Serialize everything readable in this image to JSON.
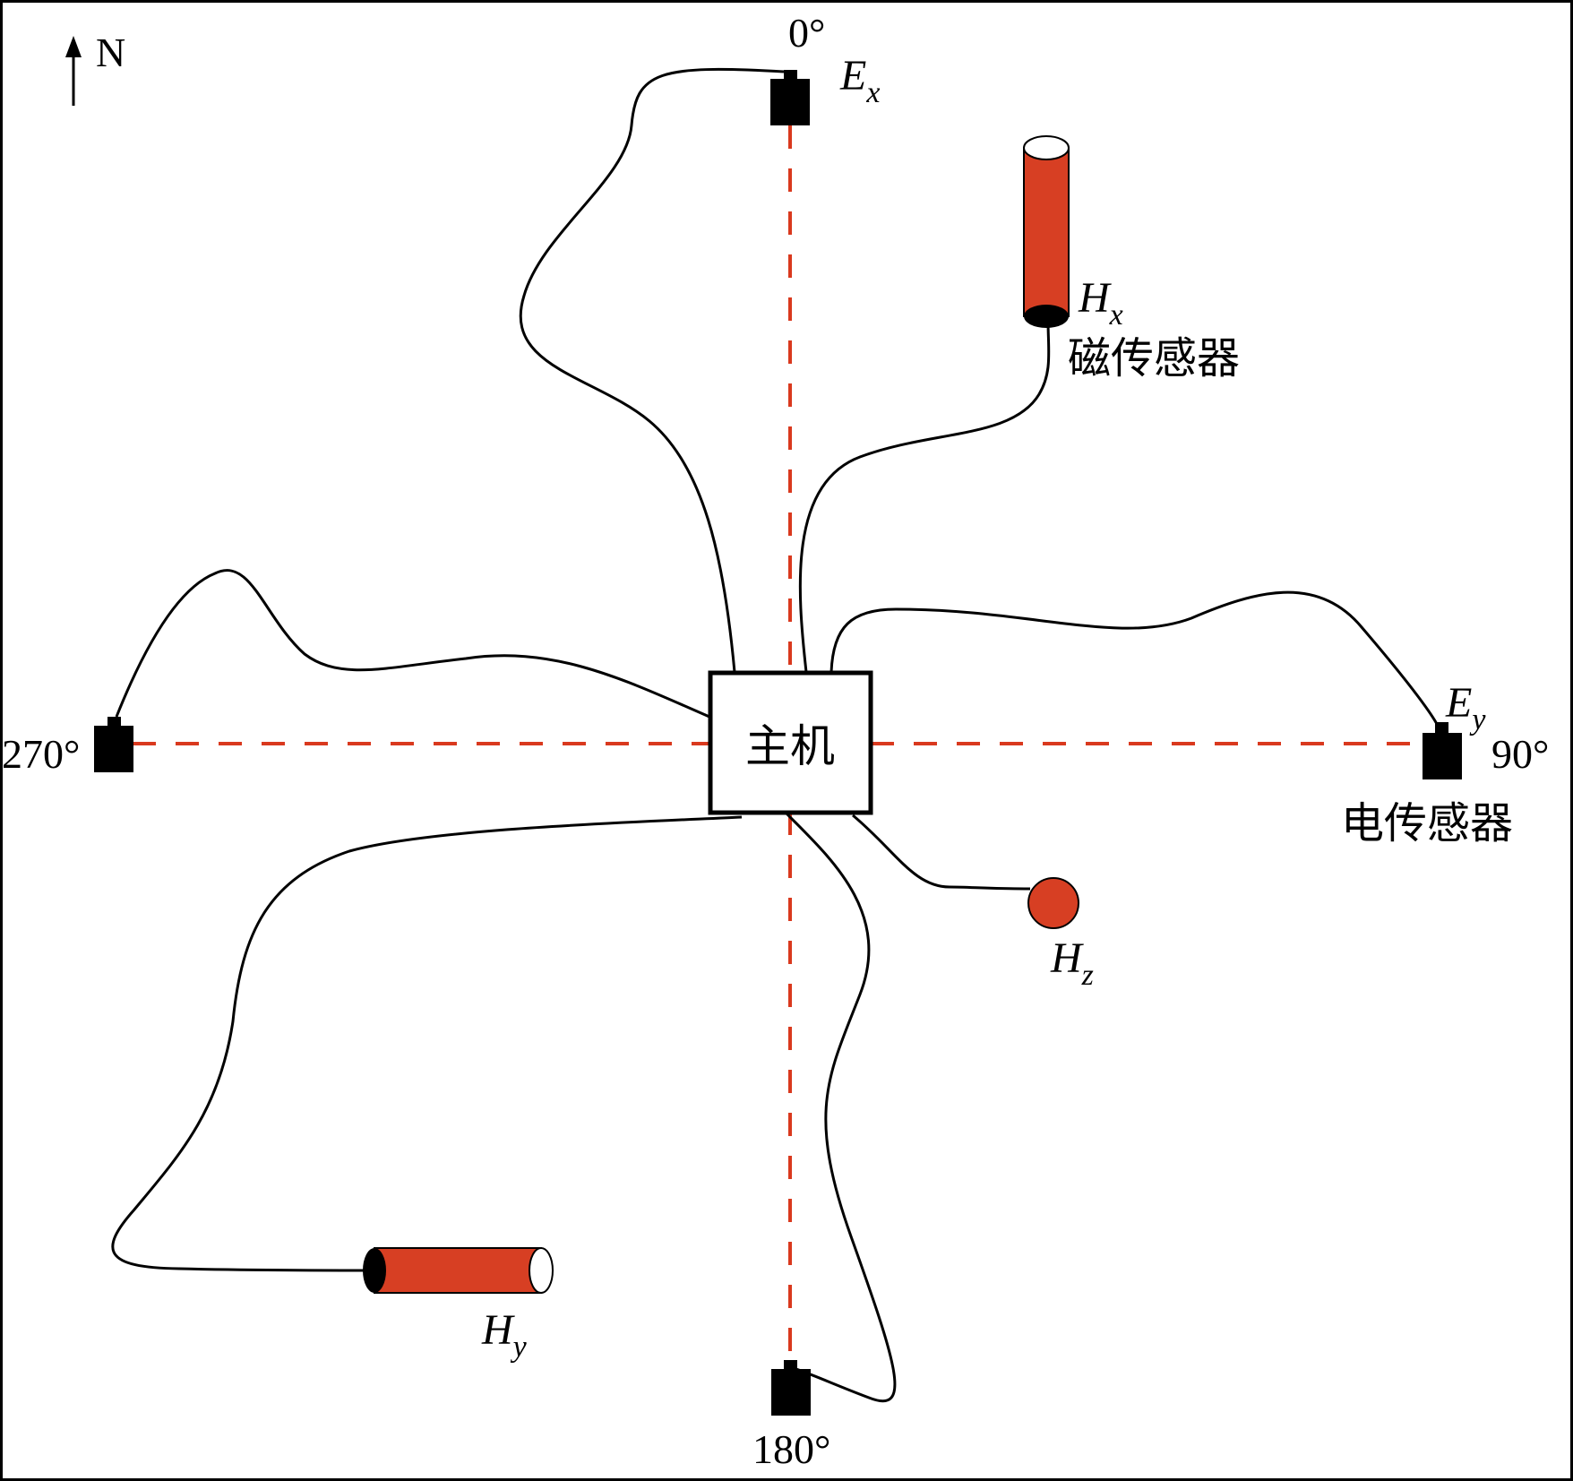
{
  "north": {
    "label": "N"
  },
  "azimuths": {
    "north": "0°",
    "east": "90°",
    "south": "180°",
    "west": "270°"
  },
  "host": {
    "label": "主机"
  },
  "electric_sensors": {
    "ex": {
      "main": "E",
      "sub": "x"
    },
    "ey": {
      "main": "E",
      "sub": "y"
    },
    "caption": "电传感器"
  },
  "magnetic_sensors": {
    "hx": {
      "main": "H",
      "sub": "x"
    },
    "hy": {
      "main": "H",
      "sub": "y"
    },
    "hz": {
      "main": "H",
      "sub": "z"
    },
    "caption": "磁传感器"
  },
  "colors": {
    "axis_dash": "#d9391e",
    "magnetic_sensor_body": "#d73f23",
    "electrode": "#000000",
    "wire": "#000000",
    "frame": "#000000"
  }
}
